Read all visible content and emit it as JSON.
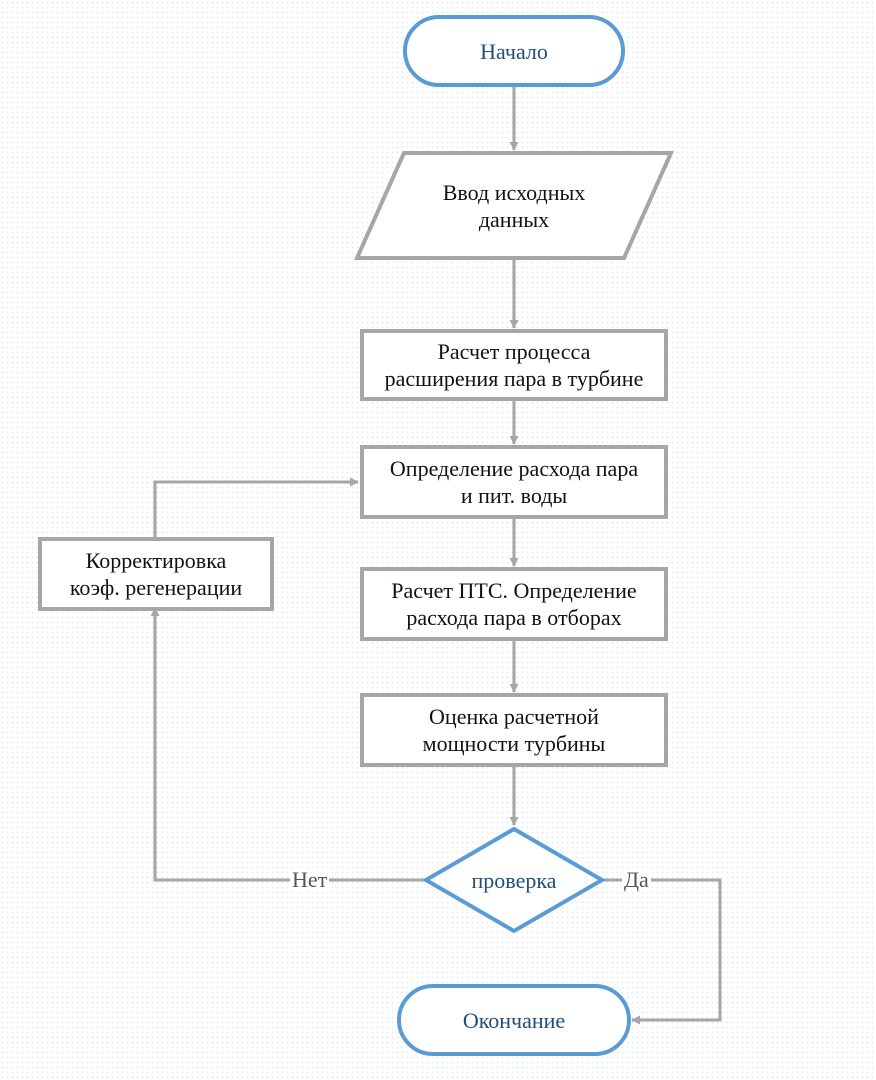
{
  "diagram": {
    "start": "Начало",
    "input": "Ввод исходных\nданных",
    "step1": "Расчет процесса\nрасширения пара в турбине",
    "step2": "Определение расхода пара\nи пит. воды",
    "step3": "Расчет ПТС. Определение\nрасхода пара в отборах",
    "step4": "Оценка расчетной\nмощности турбины",
    "decision": "проверка",
    "correction": "Корректировка\nкоэф. регенерации",
    "end": "Окончание",
    "no_label": "Нет",
    "yes_label": "Да"
  },
  "colors": {
    "terminal_stroke": "#5b9bd5",
    "process_stroke": "#a6a6a6",
    "connector": "#a6a6a6",
    "terminal_text": "#1f4e79"
  }
}
